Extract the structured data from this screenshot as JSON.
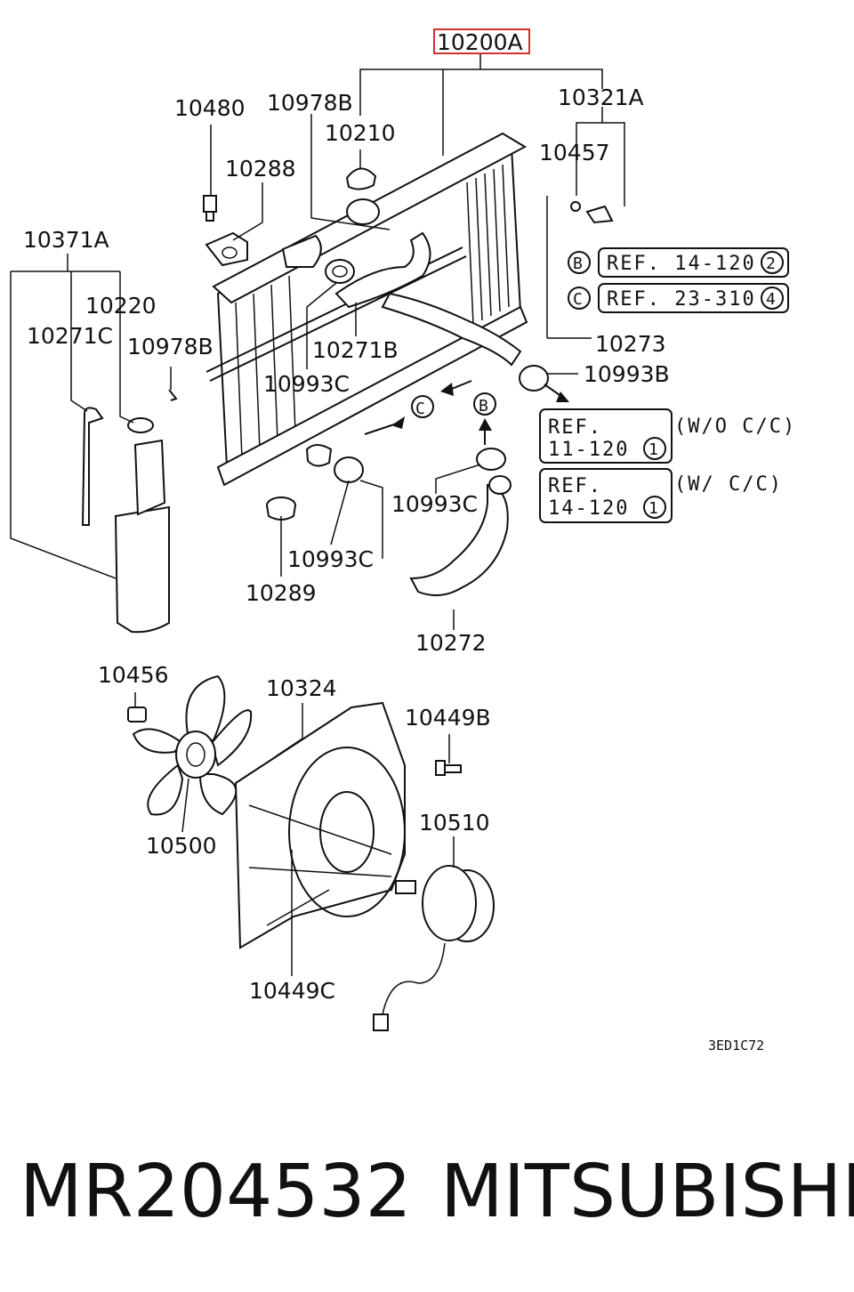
{
  "diagram": {
    "labels": {
      "main_assembly": "10200A",
      "p10321A": "10321A",
      "p10480": "10480",
      "p10978B_top": "10978B",
      "p10210": "10210",
      "p10288": "10288",
      "p10457": "10457",
      "p10371A": "10371A",
      "p10220": "10220",
      "p10271C": "10271C",
      "p10978B_left": "10978B",
      "p10271B": "10271B",
      "p10993C_top": "10993C",
      "p10273": "10273",
      "p10993B": "10993B",
      "p10993C_mid": "10993C",
      "p10993C_low": "10993C",
      "p10289": "10289",
      "p10272": "10272",
      "p10456": "10456",
      "p10324": "10324",
      "p10449B": "10449B",
      "p10500": "10500",
      "p10510": "10510",
      "p10449C": "10449C"
    },
    "markers": {
      "b": "B",
      "c": "C"
    },
    "refs": {
      "ref_b_text": "REF. 14-120",
      "ref_b_num": "2",
      "ref_c_text": "REF. 23-310",
      "ref_c_num": "4",
      "ref_wo_line1": "REF.",
      "ref_wo_line2": "11-120",
      "ref_wo_num": "1",
      "ref_wo_note": "(W/O C/C)",
      "ref_w_line1": "REF.",
      "ref_w_line2": "14-120",
      "ref_w_num": "1",
      "ref_w_note": "(W/ C/C)"
    },
    "drawing_code": "3ED1C72"
  },
  "footer": {
    "part_number": "MR204532",
    "brand": "MITSUBISHI"
  }
}
